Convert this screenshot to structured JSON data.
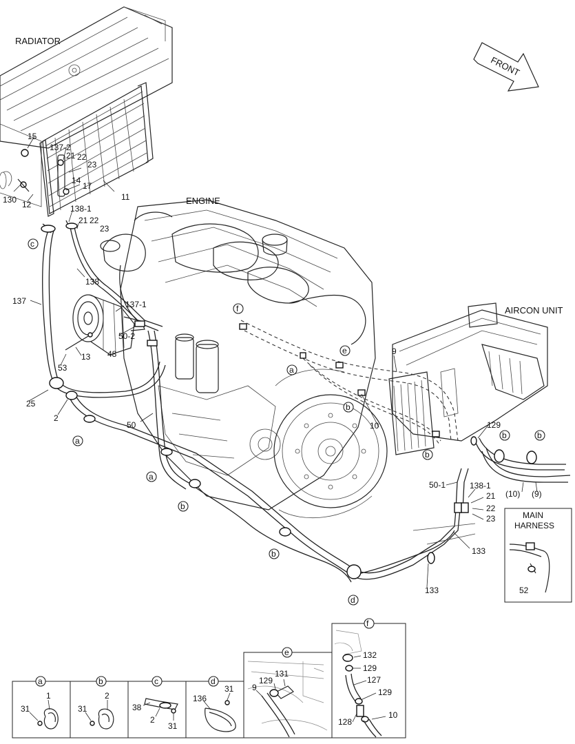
{
  "labels": {
    "radiator": "RADIATOR",
    "engine": "ENGINE",
    "aircon_unit": "AIRCON UNIT",
    "front": "FRONT",
    "main_harness_1": "MAIN",
    "main_harness_2": "HARNESS"
  },
  "part_numbers": {
    "p15": "15",
    "p137_2": "137-2",
    "p21a": "21",
    "p22a": "22",
    "p23a": "23",
    "p14": "14",
    "p17": "17",
    "p130": "130",
    "p12": "12",
    "p11": "11",
    "p138_1a": "138-1",
    "p21b": "21",
    "p22b": "22",
    "p23b": "23",
    "p138": "138",
    "p137": "137",
    "p137_1": "137-1",
    "p50_2": "50-2",
    "p13": "13",
    "p48": "48",
    "p53": "53",
    "p25": "25",
    "p2": "2",
    "p50": "50",
    "p9a": "9",
    "p10a": "10",
    "p129a": "129",
    "p10b": "(10)",
    "p9b": "(9)",
    "p50_1": "50-1",
    "p138_1b": "138-1",
    "p21c": "21",
    "p22c": "22",
    "p23c": "23",
    "p133a": "133",
    "p133b": "133",
    "p52": "52"
  },
  "callouts": {
    "a": "a",
    "b": "b",
    "c": "c",
    "d": "d",
    "e": "e",
    "f": "f"
  },
  "detail_a": {
    "title": "a",
    "n1": "31",
    "n2": "1"
  },
  "detail_b": {
    "title": "b",
    "n1": "31",
    "n2": "2"
  },
  "detail_c": {
    "title": "c",
    "n1": "38",
    "n2": "2",
    "n3": "31"
  },
  "detail_d": {
    "title": "d",
    "n1": "136",
    "n2": "31"
  },
  "detail_e": {
    "title": "e",
    "n1": "9",
    "n2": "129",
    "n3": "131"
  },
  "detail_f": {
    "title": "f",
    "n1": "132",
    "n2": "129",
    "n3": "127",
    "n4": "129",
    "n5": "128",
    "n6": "10"
  }
}
